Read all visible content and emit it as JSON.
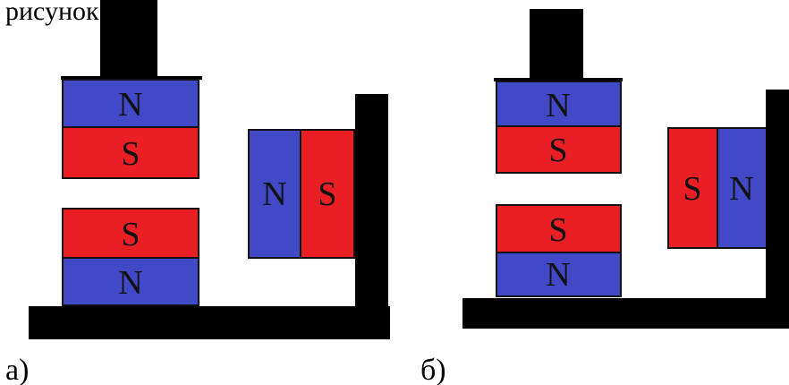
{
  "top_partial_text": "рисунок (а)",
  "colors": {
    "north": "#4149c6",
    "south": "#ea1f26",
    "frame": "#000000",
    "outline": "#111111"
  },
  "figure_a": {
    "caption": "а)",
    "upper_magnet": {
      "top": "N",
      "bottom": "S"
    },
    "lower_magnet": {
      "top": "S",
      "bottom": "N"
    },
    "side_magnet": {
      "left": "N",
      "right": "S"
    }
  },
  "figure_b": {
    "caption": "б)",
    "upper_magnet": {
      "top": "N",
      "bottom": "S"
    },
    "lower_magnet": {
      "top": "S",
      "bottom": "N"
    },
    "side_magnet": {
      "left": "S",
      "right": "N"
    }
  }
}
